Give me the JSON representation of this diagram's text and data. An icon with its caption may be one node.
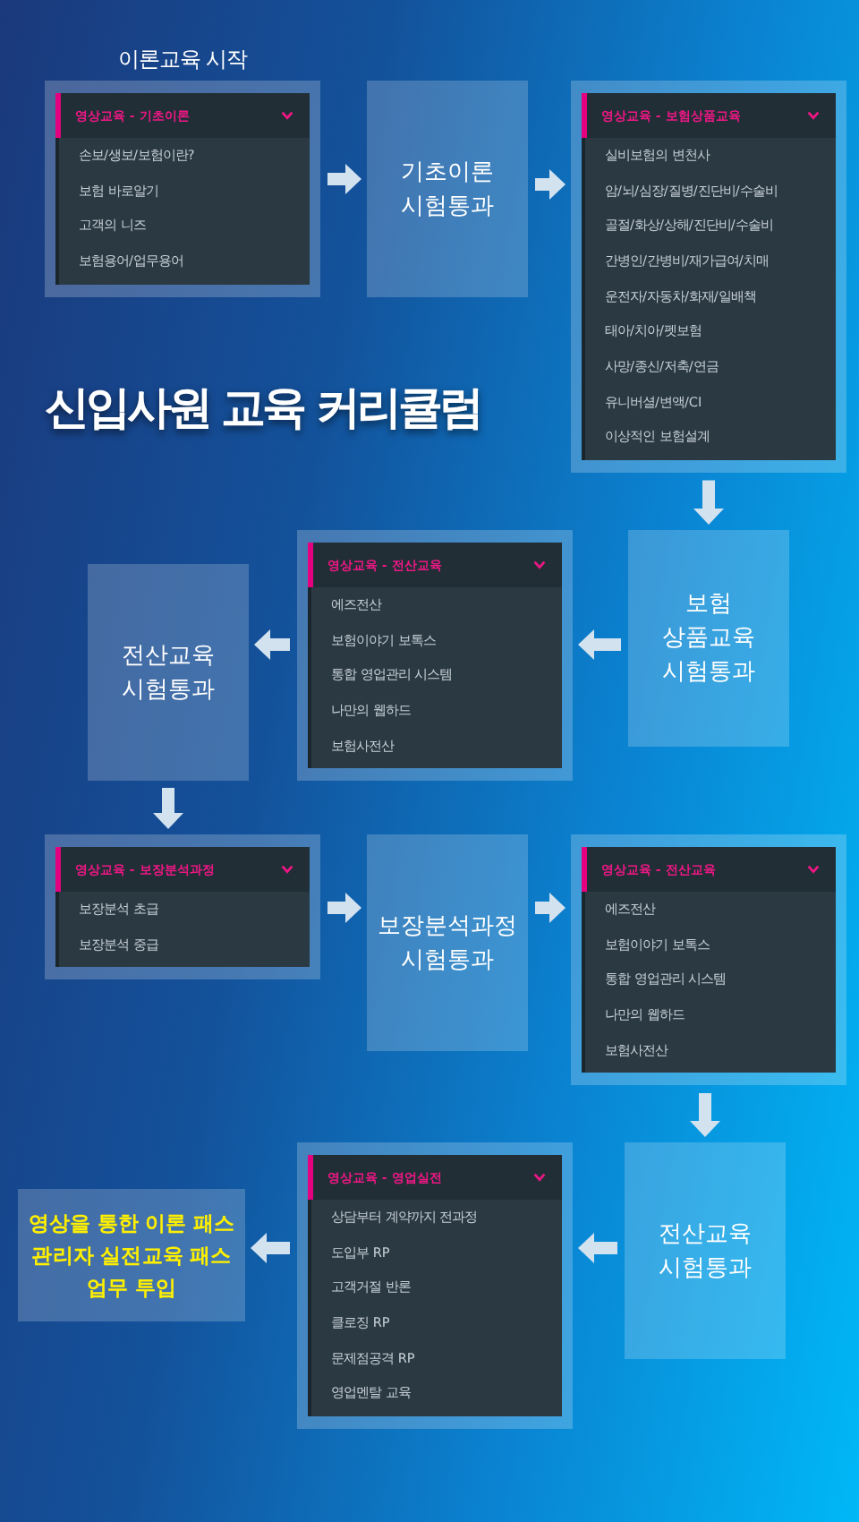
{
  "diagram": {
    "title": "신입사원 교육 커리큘럼",
    "nodes": [
      {
        "text": [
          "영상교육 - 기초이론",
          "손보/생보/보험이란?",
          "보험 바로알기",
          "고객의 니즈",
          "보험용어/업무용어"
        ],
        "beside": [
          "이론교육 시작"
        ]
      },
      {
        "text": [
          "기초이론 시험통과"
        ]
      },
      {
        "text": [
          "영상교육 - 보험상품교육",
          "실비보험의 변천사",
          "암/뇌/심장/질병/진단비/수술비",
          "골절/화상/상해/진단비/수술비",
          "간병인/간병비/재가급여/치매",
          "운전자/자동차/화재/일배책",
          "태아/치아/펫보험",
          "사망/종신/저축/연금",
          "유니버셜/변액/CI",
          "이상적인 보험설계"
        ]
      },
      {
        "text": [
          "보험 상품교육 시험통과"
        ]
      },
      {
        "text": [
          "영상교육 - 전산교육",
          "에즈전산",
          "보험이야기 보톡스",
          "통합 영업관리 시스템",
          "나만의 웹하드",
          "보험사전산"
        ]
      },
      {
        "text": [
          "전산교육 시험통과"
        ]
      },
      {
        "text": [
          "영상교육 - 보장분석과정",
          "보장분석 초급",
          "보장분석 중급"
        ]
      },
      {
        "text": [
          "보장분석과정 시험통과"
        ]
      },
      {
        "text": [
          "영상교육 - 전산교육",
          "에즈전산",
          "보험이야기 보톡스",
          "통합 영업관리 시스템",
          "나만의 웹하드",
          "보험사전산"
        ]
      },
      {
        "text": [
          "전산교육 시험통과"
        ]
      },
      {
        "text": [
          "영상교육 - 영업실전",
          "상담부터 계약까지 전과정",
          "도입부 RP",
          "고객거절 반론",
          "클로징 RP",
          "문제점공격 RP",
          "영업멘탈 교육"
        ]
      },
      {
        "text": [
          "영상을 통한 이론 패스 관리자 실전교육 패스 업무 투입"
        ]
      }
    ],
    "edges": [
      {
        "from": 0,
        "to": 1,
        "arrow": "to"
      },
      {
        "from": 1,
        "to": 2,
        "arrow": "to"
      },
      {
        "from": 2,
        "to": 3,
        "arrow": "to"
      },
      {
        "from": 3,
        "to": 4,
        "arrow": "to"
      },
      {
        "from": 4,
        "to": 5,
        "arrow": "to"
      },
      {
        "from": 5,
        "to": 6,
        "arrow": "to"
      },
      {
        "from": 6,
        "to": 7,
        "arrow": "to"
      },
      {
        "from": 7,
        "to": 8,
        "arrow": "to"
      },
      {
        "from": 8,
        "to": 9,
        "arrow": "to"
      },
      {
        "from": 9,
        "to": 10,
        "arrow": "to"
      },
      {
        "from": 10,
        "to": 11,
        "arrow": "to"
      }
    ]
  }
}
